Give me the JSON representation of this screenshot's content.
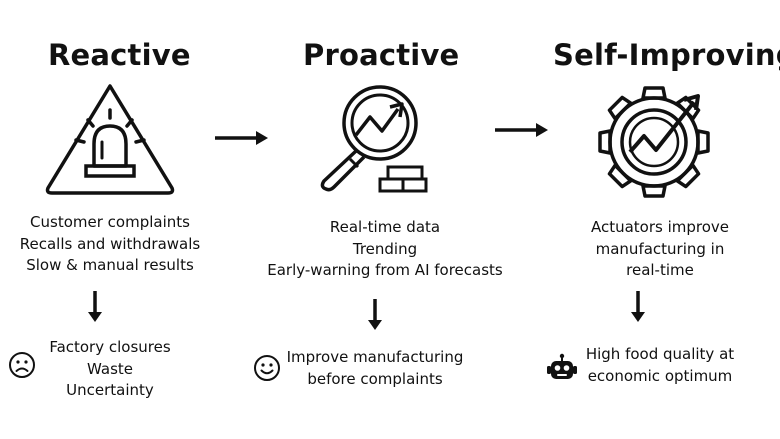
{
  "stages": [
    {
      "title": "Reactive",
      "icon": "alarm-siren-warning-icon",
      "description": [
        "Customer complaints",
        "Recalls and withdrawals",
        "Slow & manual results"
      ],
      "outcome_icon": "sad-face-icon",
      "outcome": [
        "Factory closures",
        "Waste",
        "Uncertainty"
      ]
    },
    {
      "title": "Proactive",
      "icon": "magnifier-trend-icon",
      "description": [
        "Real-time data",
        "Trending",
        "Early-warning from AI forecasts"
      ],
      "outcome_icon": "smiley-face-icon",
      "outcome": [
        "Improve manufacturing",
        "before complaints"
      ]
    },
    {
      "title": "Self-Improving",
      "icon": "gear-trend-icon",
      "description": [
        "Actuators improve",
        "manufacturing in",
        "real-time"
      ],
      "outcome_icon": "robot-icon",
      "outcome": [
        "High food quality at",
        "economic optimum"
      ]
    }
  ],
  "colors": {
    "ink": "#111111",
    "background": "#ffffff",
    "robot_eyes": "#ffffff"
  }
}
